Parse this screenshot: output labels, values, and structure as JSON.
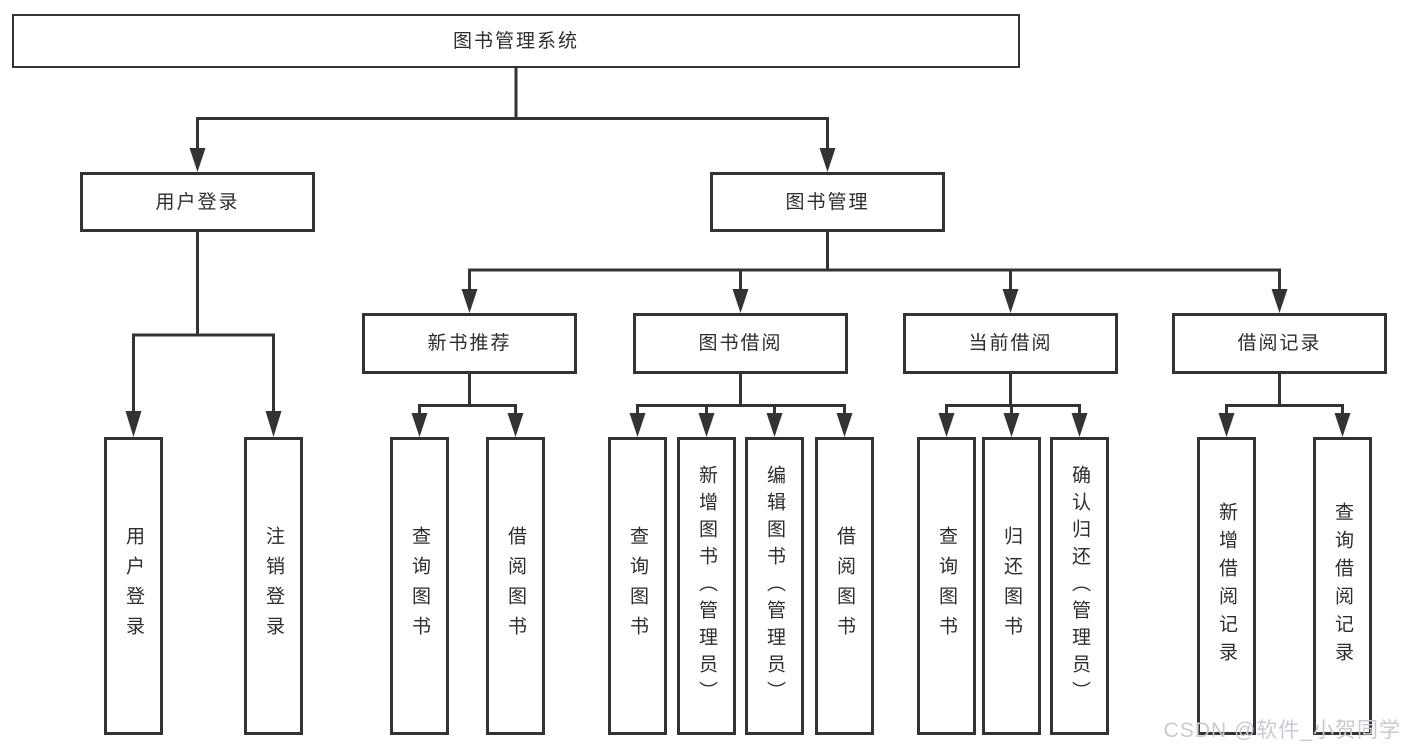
{
  "title": "图书管理系统",
  "tree": {
    "root": {
      "label": "图书管理系统"
    },
    "branches": [
      {
        "label": "用户登录",
        "children": [
          {
            "label": "用户登录"
          },
          {
            "label": "注销登录"
          }
        ]
      },
      {
        "label": "图书管理",
        "children": [
          {
            "label": "新书推荐",
            "children": [
              {
                "label": "查询图书"
              },
              {
                "label": "借阅图书"
              }
            ]
          },
          {
            "label": "图书借阅",
            "children": [
              {
                "label": "查询图书"
              },
              {
                "label": "新增图书（管理员）"
              },
              {
                "label": "编辑图书（管理员）"
              },
              {
                "label": "借阅图书"
              }
            ]
          },
          {
            "label": "当前借阅",
            "children": [
              {
                "label": "查询图书"
              },
              {
                "label": "归还图书"
              },
              {
                "label": "确认归还（管理员）"
              }
            ]
          },
          {
            "label": "借阅记录",
            "children": [
              {
                "label": "新增借阅记录"
              },
              {
                "label": "查询借阅记录"
              }
            ]
          }
        ]
      }
    ]
  },
  "watermark": {
    "text": "CSDN @软件_小贺同学"
  },
  "colors": {
    "line": "#333333",
    "text": "#2d2d2d",
    "background": "#ffffff",
    "watermark": "#c9c9d3"
  }
}
